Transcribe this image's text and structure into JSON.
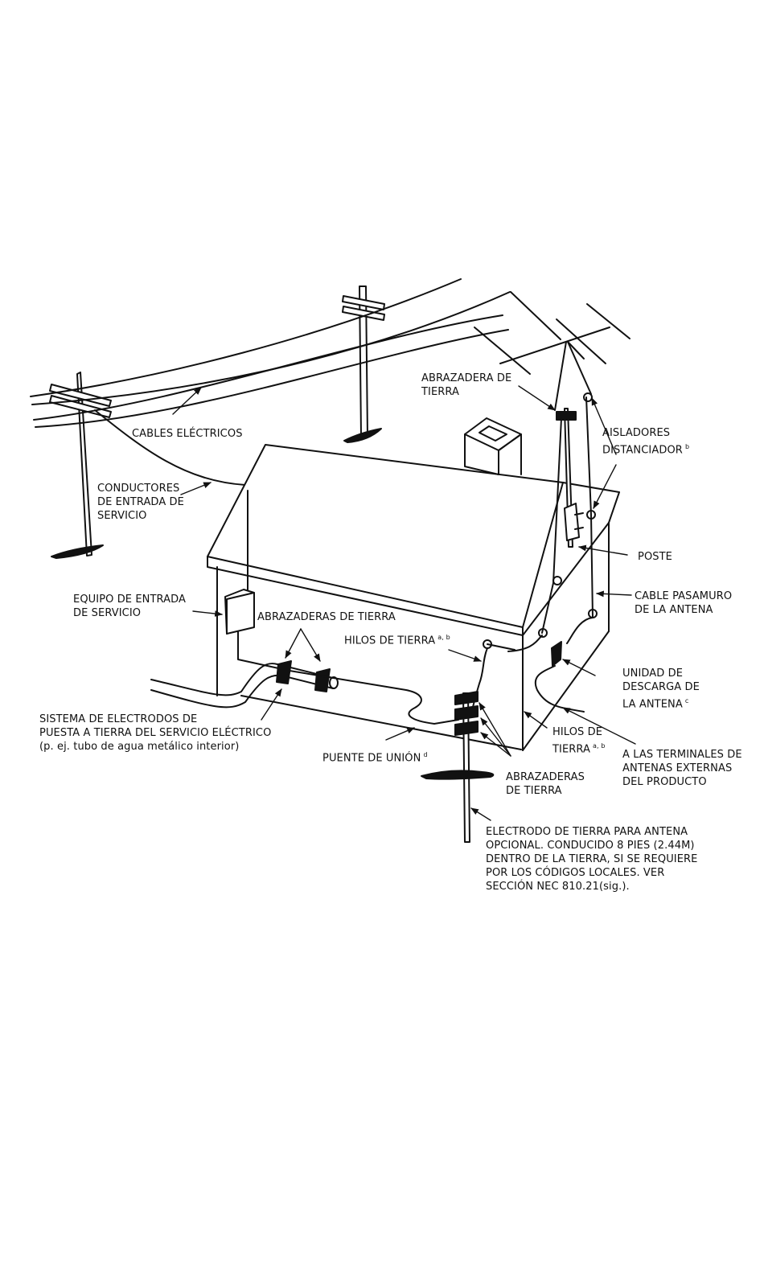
{
  "labels": {
    "cables_electricos": "CABLES ELÉCTRICOS",
    "conductores": [
      "CONDUCTORES",
      "DE ENTRADA DE",
      "SERVICIO"
    ],
    "equipo": [
      "EQUIPO DE ENTRADA",
      "DE SERVICIO"
    ],
    "abrazaderas_tierra_top": "ABRAZADERAS DE TIERRA",
    "sistema": [
      "SISTEMA DE ELECTRODOS DE",
      "PUESTA A TIERRA DEL SERVICIO ELÉCTRICO",
      "(p. ej. tubo de agua metálico interior)"
    ],
    "puente_union": "PUENTE DE UNIÓN",
    "puente_union_sup": "d",
    "abrazadera_tierra_mast": [
      "ABRAZADERA DE",
      "TIERRA"
    ],
    "aisladores": [
      "AISLADORES",
      "DISTANCIADOR"
    ],
    "aisladores_sup": "b",
    "poste": "POSTE",
    "cable_pasamuro": [
      "CABLE PASAMURO",
      "DE LA ANTENA"
    ],
    "hilos_tierra_left": "HILOS DE TIERRA",
    "hilos_tierra_left_sup": "a, b",
    "unidad_descarga": [
      "UNIDAD DE",
      "DESCARGA DE",
      "LA ANTENA"
    ],
    "unidad_descarga_sup": "c",
    "hilos_tierra_right": [
      "HILOS DE",
      "TIERRA"
    ],
    "hilos_tierra_right_sup": "a, b",
    "terminales": [
      "A LAS TERMINALES DE",
      "ANTENAS EXTERNAS",
      "DEL PRODUCTO"
    ],
    "abrazaderas_tierra_bottom": [
      "ABRAZADERAS",
      "DE TIERRA"
    ],
    "electrodo": [
      "ELECTRODO DE TIERRA PARA ANTENA",
      "OPCIONAL. CONDUCIDO 8 PIES (2.44M)",
      "DENTRO DE LA TIERRA, SI SE REQUIERE",
      "POR LOS CÓDIGOS LOCALES. VER",
      "SECCIÓN NEC 810.21(sig.)."
    ]
  }
}
